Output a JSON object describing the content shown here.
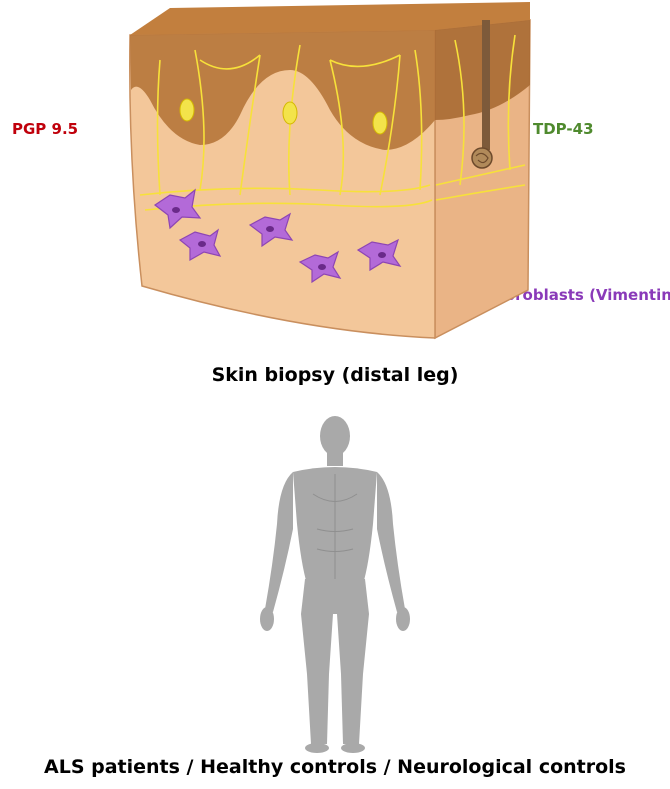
{
  "labels": {
    "pgp": {
      "text": "PGP 9.5",
      "color": "#c0000b"
    },
    "tdp": {
      "text": "TDP-43",
      "color": "#4f8a2e"
    },
    "fibroblasts": {
      "text": "Fibroblasts (Vimentin)",
      "color": "#8a3ab9"
    }
  },
  "captions": {
    "biopsy": "Skin biopsy (distal leg)",
    "groups": "ALS patients / Healthy controls / Neurological controls"
  },
  "colors": {
    "epidermis": "#b7773c",
    "dermis": "#f3c79a",
    "nerve_fibers": "#f7e13a",
    "fibroblast": "#b36ad8",
    "body": "#a9a9a9"
  },
  "icons": {
    "skin_block": "skin-block-illustration",
    "human": "human-figure-icon"
  }
}
